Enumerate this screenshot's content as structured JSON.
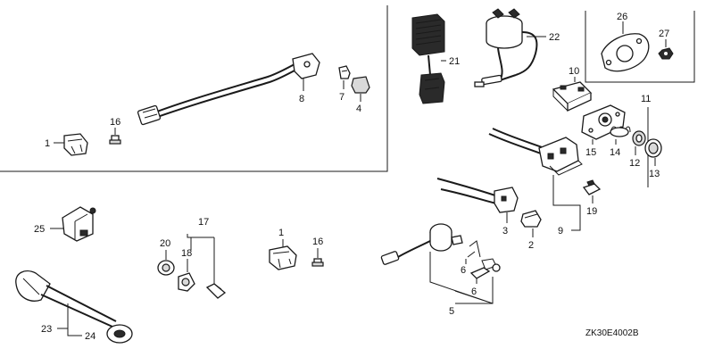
{
  "diagram": {
    "drawing_code": "ZK30E4002B",
    "callouts": {
      "c1a": "1",
      "c16a": "16",
      "c8": "8",
      "c7": "7",
      "c4": "4",
      "c21": "21",
      "c22": "22",
      "c26": "26",
      "c27": "27",
      "c10": "10",
      "c11": "11",
      "c15": "15",
      "c14": "14",
      "c12": "12",
      "c13": "13",
      "c3": "3",
      "c2": "2",
      "c9": "9",
      "c19": "19",
      "c25": "25",
      "c17": "17",
      "c20": "20",
      "c18": "18",
      "c1b": "1",
      "c16b": "16",
      "c6a": "6",
      "c6b": "6",
      "c5": "5",
      "c23": "23",
      "c24": "24"
    }
  }
}
